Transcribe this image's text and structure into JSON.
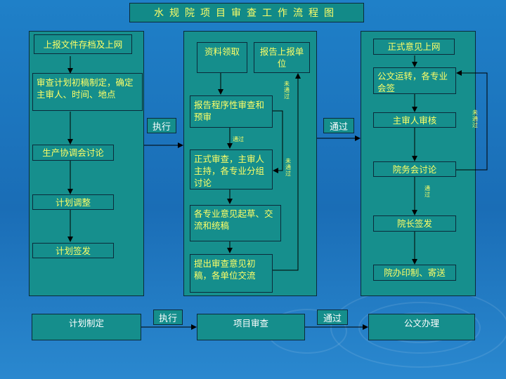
{
  "title": "水规院项目审查工作流程图",
  "left": {
    "b1": "上报文件存档及上网",
    "b2": "审查计划初稿制定，确定主审人、时间、地点",
    "b3": "生产协调会讨论",
    "b4": "计划调整",
    "b5": "计划签发"
  },
  "middle": {
    "b1": "资料领取",
    "b2": "报告上报单位",
    "b3": "报告程序性审查和预审",
    "b4": "正式审查，主审人主持，各专业分组讨论",
    "b5": "各专业意见起草、交流和统稿",
    "b6": "提出审查意见初稿，各单位交流",
    "not_passed_1": "未通过",
    "not_passed_2": "未通过",
    "passed": "通过"
  },
  "right": {
    "b1": "正式意见上网",
    "b2": "公文运转，各专业会签",
    "b3": "主审人审核",
    "b4": "院务会讨论",
    "b5": "院长签发",
    "b6": "院办印制、寄送",
    "not_passed": "未通过",
    "passed": "通过"
  },
  "connectors": {
    "execute": "执行",
    "passed": "通过"
  },
  "bottom": {
    "plan": "计划制定",
    "execute": "执行",
    "review": "项目审查",
    "passed": "通过",
    "document": "公文办理"
  },
  "colors": {
    "background": "#1f80c8",
    "box": "#158e8c",
    "text": "#ffff66",
    "label_text": "#ffffff"
  }
}
